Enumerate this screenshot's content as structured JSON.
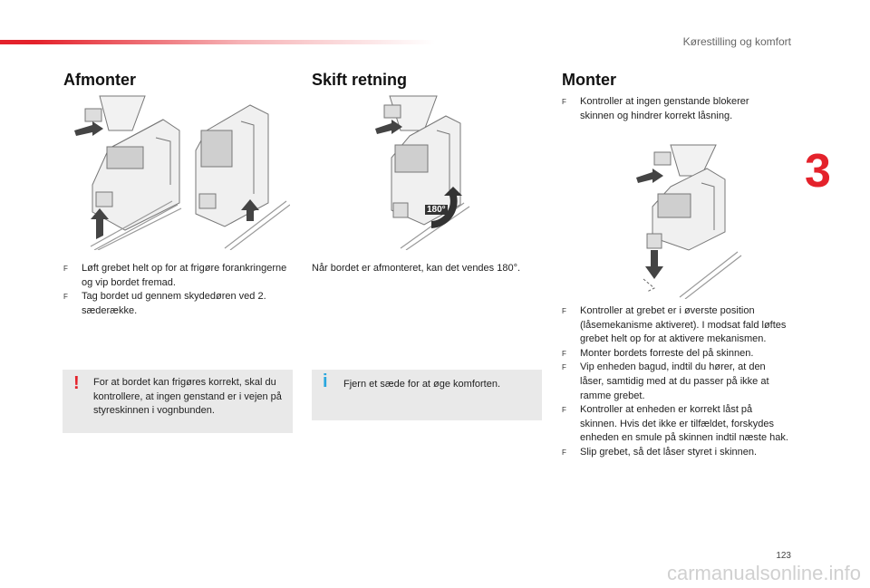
{
  "header": {
    "section_title": "Kørestilling og komfort",
    "chapter": "3",
    "page_number": "123"
  },
  "colors": {
    "accent": "#e4222b",
    "info": "#2aa7df",
    "note_bg": "#e9e9e9"
  },
  "columns": {
    "afmonter": {
      "heading": "Afmonter",
      "bullets": [
        {
          "marker": "F",
          "text": "Løft grebet helt op for at frigøre forankringerne og vip bordet fremad."
        },
        {
          "marker": "F",
          "text": "Tag bordet ud gennem skydedøren ved 2. sæderække."
        }
      ],
      "note": {
        "icon": "warning-icon",
        "symbol": "!",
        "text": "For at bordet kan frigøres korrekt, skal du kontrollere, at ingen genstand er i vejen på styreskinnen i vognbunden."
      }
    },
    "skift": {
      "heading": "Skift retning",
      "text": "Når bordet er afmonteret, kan det vendes 180°.",
      "rotation_label": "180°",
      "note": {
        "icon": "info-icon",
        "symbol": "i",
        "text": "Fjern et sæde for at øge komforten."
      }
    },
    "monter": {
      "heading": "Monter",
      "bullet_top": {
        "marker": "F",
        "text": "Kontroller at ingen genstande blokerer skinnen og hindrer korrekt låsning."
      },
      "bullets": [
        {
          "marker": "F",
          "text": "Kontroller at grebet er i øverste position (låsemekanisme aktiveret). I modsat fald løftes grebet helt op for at aktivere mekanismen."
        },
        {
          "marker": "F",
          "text": "Monter bordets forreste del på skinnen."
        },
        {
          "marker": "F",
          "text": "Vip enheden bagud, indtil du hører, at den låser, samtidig med at du passer på ikke at ramme grebet."
        },
        {
          "marker": "F",
          "text": "Kontroller at enheden er korrekt låst på skinnen. Hvis det ikke er tilfældet, forskydes enheden en smule på skinnen indtil næste hak."
        },
        {
          "marker": "F",
          "text": "Slip grebet, så det låser styret i skinnen."
        }
      ]
    }
  },
  "watermark": "carmanualsonline.info"
}
